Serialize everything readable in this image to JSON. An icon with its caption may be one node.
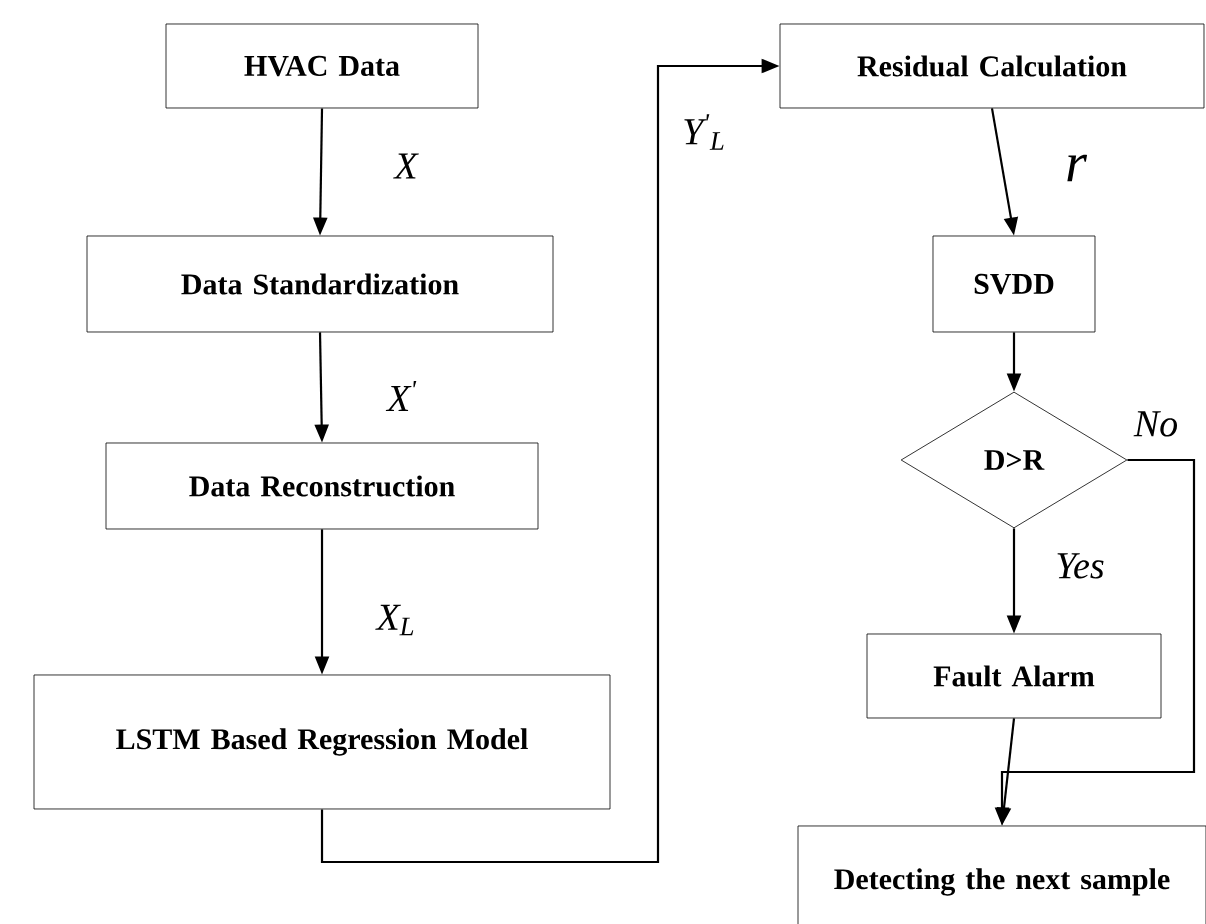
{
  "diagram": {
    "nodes": [
      {
        "text": [
          "HVAC Data"
        ]
      },
      {
        "text": [
          "Data Standardization"
        ]
      },
      {
        "text": [
          "Data Reconstruction"
        ]
      },
      {
        "text": [
          "LSTM Based Regression Model"
        ]
      },
      {
        "text": [
          "Residual Calculation"
        ]
      },
      {
        "text": [
          "SVDD"
        ]
      },
      {
        "text": [
          "D>R"
        ]
      },
      {
        "text": [
          "Fault Alarm"
        ]
      },
      {
        "text": [
          "Detecting the next sample"
        ]
      }
    ],
    "edges": [
      {
        "from": 0,
        "to": 1,
        "arrow": "to",
        "label": "X"
      },
      {
        "from": 1,
        "to": 2,
        "arrow": "to",
        "label": "X$^{'}$"
      },
      {
        "from": 2,
        "to": 3,
        "arrow": "to",
        "label": "X$_{L}$"
      },
      {
        "from": 3,
        "to": 4,
        "arrow": "to",
        "label": "Y$^{'}$$_{L}$"
      },
      {
        "from": 4,
        "to": 5,
        "arrow": "to",
        "label": "r"
      },
      {
        "from": 5,
        "to": 6,
        "arrow": "to"
      },
      {
        "from": 6,
        "to": 7,
        "arrow": "to",
        "label": "Yes"
      },
      {
        "from": 6,
        "to": 8,
        "arrow": "to",
        "label": "No"
      },
      {
        "from": 7,
        "to": 8,
        "arrow": "to"
      }
    ]
  }
}
